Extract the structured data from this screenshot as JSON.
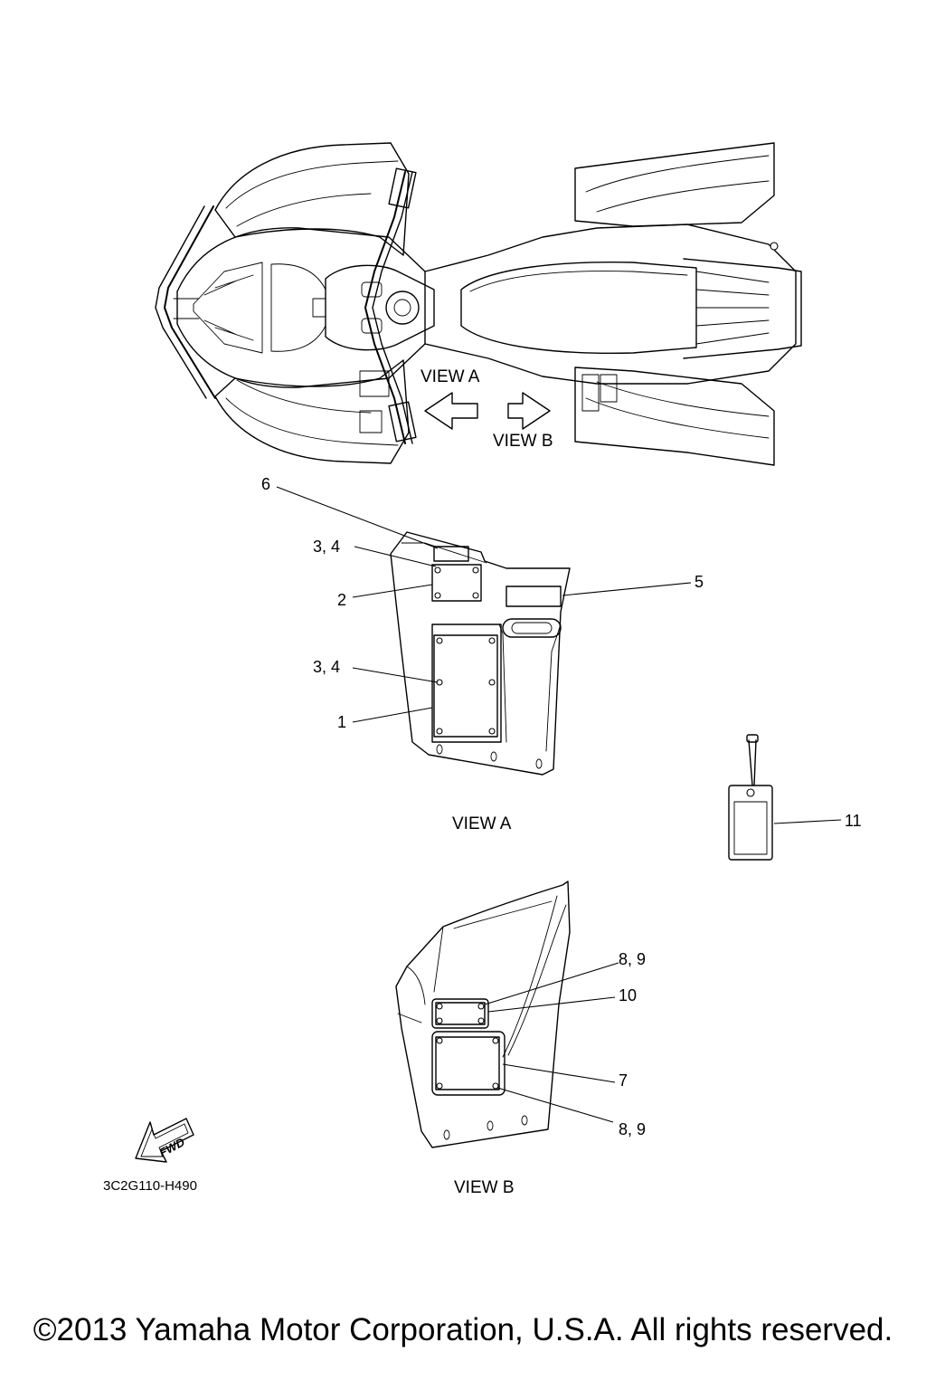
{
  "top_view": {
    "view_a_arrow_label": "VIEW A",
    "view_b_arrow_label": "VIEW B"
  },
  "view_a": {
    "caption": "VIEW A",
    "callouts": {
      "c6": "6",
      "c34_upper": "3, 4",
      "c2": "2",
      "c5": "5",
      "c34_lower": "3, 4",
      "c1": "1"
    }
  },
  "tag": {
    "callout": "11"
  },
  "view_b": {
    "caption": "VIEW B",
    "callouts": {
      "c89_upper": "8, 9",
      "c10": "10",
      "c7": "7",
      "c89_lower": "8, 9"
    }
  },
  "fwd_badge": "FWD",
  "diagram_code": "3C2G110-H490",
  "copyright": "©2013 Yamaha Motor Corporation, U.S.A. All rights reserved."
}
